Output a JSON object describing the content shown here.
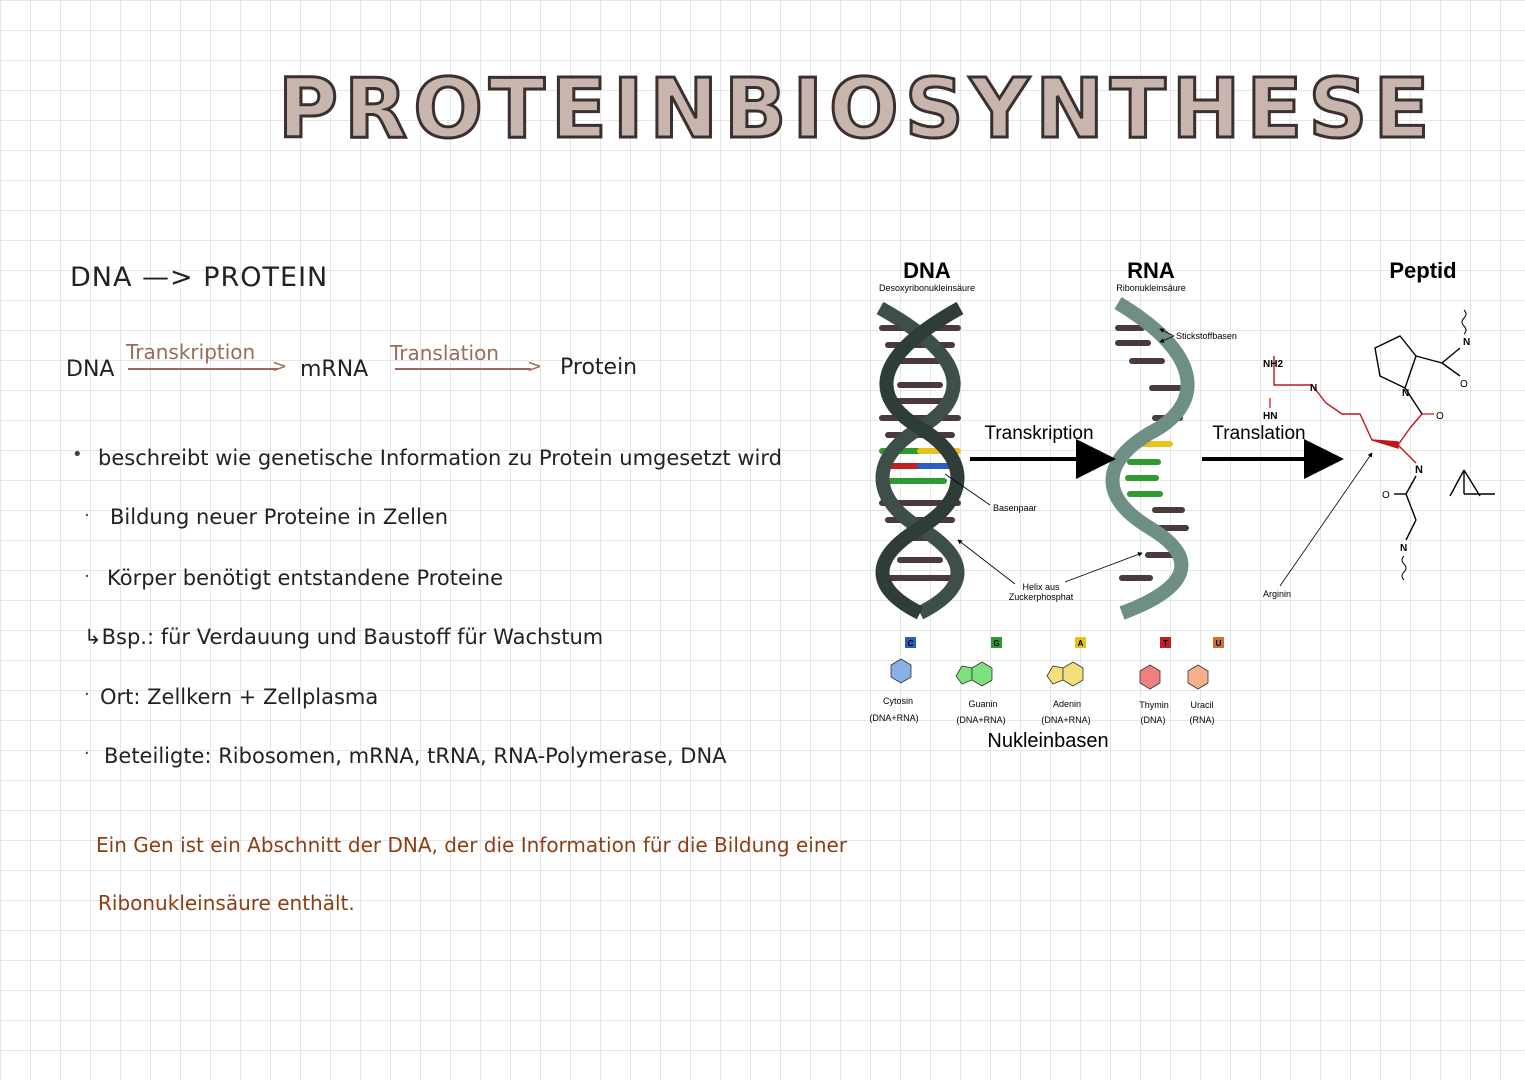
{
  "title": "PROTEINBIOSYNTHESE",
  "heading": "DNA —> PROTEIN",
  "flow": {
    "dna": "DNA",
    "arrow1_label": "Transkription",
    "mrna": "mRNA",
    "arrow2_label": "Translation",
    "protein": "Protein"
  },
  "bullets": [
    "beschreibt wie genetische Information zu Protein umgesetzt wird",
    "Bildung neuer Proteine in Zellen",
    "Körper benötigt entstandene Proteine",
    "↳Bsp.: für Verdauung und Baustoff für Wachstum",
    "Ort: Zellkern + Zellplasma",
    "Beteiligte: Ribosomen, mRNA, tRNA, RNA-Polymerase, DNA"
  ],
  "note_line1": "Ein Gen ist ein Abschnitt der DNA, der die Information für die Bildung einer",
  "note_line2": "Ribonukleinsäure enthält.",
  "diagram": {
    "dna_title": "DNA",
    "dna_subtitle": "Desoxyribonukleinsäure",
    "rna_title": "RNA",
    "rna_subtitle": "Ribonukleinsäure",
    "peptide_title": "Peptid",
    "transcription_label": "Transkription",
    "translation_label": "Translation",
    "label_stickstoffbasen": "Stickstoffbasen",
    "label_basenpaar": "Basenpaar",
    "label_helix_line1": "Helix aus",
    "label_helix_line2": "Zuckerphosphat",
    "label_arginin": "Arginin",
    "label_nh2": "NH2",
    "label_hn": "HN",
    "nucleobases_caption": "Nukleinbasen",
    "bases": [
      {
        "letter": "C",
        "name": "Cytosin",
        "usage": "(DNA+RNA)",
        "color": "#8ab0e8",
        "badge": "#2a5fc0"
      },
      {
        "letter": "G",
        "name": "Guanin",
        "usage": "(DNA+RNA)",
        "color": "#7fe07f",
        "badge": "#2f9a2f"
      },
      {
        "letter": "A",
        "name": "Adenin",
        "usage": "(DNA+RNA)",
        "color": "#f3e07a",
        "badge": "#e8c21a"
      },
      {
        "letter": "T",
        "name": "Thymin",
        "usage": "(DNA)",
        "color": "#f08080",
        "badge": "#c02020"
      },
      {
        "letter": "U",
        "name": "Uracil",
        "usage": "(RNA)",
        "color": "#f5b08a",
        "badge": "#d07030"
      }
    ]
  },
  "colors": {
    "title_fill": "#c8b5ad",
    "arrow_label": "#9a6b58",
    "note": "#8b3f14",
    "dna_strand": "#3d4f48",
    "rna_strand": "#6e8f84",
    "rungs": "#4a3a3a"
  }
}
